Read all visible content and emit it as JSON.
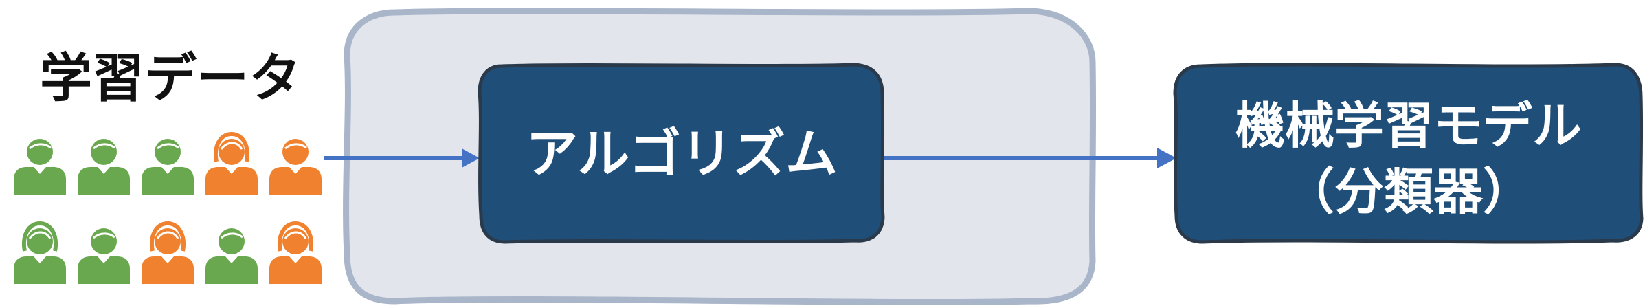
{
  "training_data": {
    "title": "学習データ",
    "people": [
      "male",
      "male",
      "male",
      "female",
      "male",
      "female",
      "male",
      "female",
      "male",
      "female"
    ],
    "people_colors": [
      "green",
      "green",
      "green",
      "orange",
      "orange",
      "green",
      "green",
      "orange",
      "green",
      "orange"
    ]
  },
  "algorithm": {
    "label": "アルゴリズム"
  },
  "model": {
    "label_line1": "機械学習モデル",
    "label_line2": "（分類器）"
  },
  "colors": {
    "green": "#6AA84F",
    "orange": "#F0812E",
    "dark_box": "#1F4E79",
    "light_panel": "#E2E5EC",
    "panel_border": "#A9B6CA",
    "arrow": "#4472C4",
    "box_border": "#2B3A4A"
  },
  "icons": {
    "person": "person-icon",
    "arrow": "arrow-right-icon"
  }
}
